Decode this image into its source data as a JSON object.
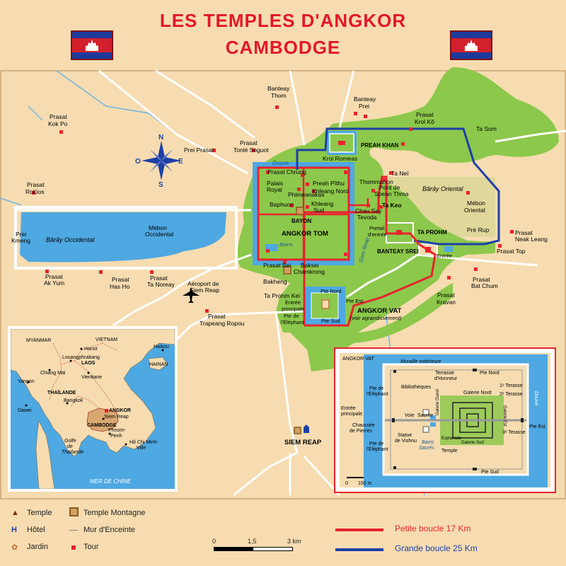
{
  "title": {
    "line1": "LES TEMPLES D'ANGKOR",
    "line2": "CAMBODGE"
  },
  "colors": {
    "background": "#f6dcb0",
    "forest": "#8cc84b",
    "water": "#4ea8e2",
    "small_loop": "#e8232d",
    "big_loop": "#1d3fa8",
    "title": "#e3162b"
  },
  "compass": {
    "n": "N",
    "s": "S",
    "e": "E",
    "o": "O"
  },
  "labels": {
    "prasat_kok_po": [
      "Prasat",
      "Kok Po"
    ],
    "banteay_thom": [
      "Banteay",
      "Thom"
    ],
    "banteay_prei": [
      "Banteay",
      "Prei"
    ],
    "prasat_krol_ko": [
      "Prasat",
      "Krol Kô"
    ],
    "ta_som": "Ta Som",
    "prei_prasat": "Prei Prasat",
    "prasat_tonle_sngout": [
      "Prasat",
      "Tonlé Snguot"
    ],
    "preah_khan": "PREAH KHAN",
    "krol_romeas": "Krol Romeas",
    "douve": "Douve",
    "prasat_chrung": "Prasat Chrung",
    "ta_nei": "Ta Neï",
    "prasat_roluos": [
      "Prasat",
      "Rolûos"
    ],
    "palais_royal": [
      "Palais",
      "Royal"
    ],
    "preah_pithu": "Preah Pîthu",
    "phimeanakas": "Phimeanakas",
    "khleang_nord": "Khleang Nord",
    "thommanon": "Thommanon",
    "pont_spean_thma": [
      "Pont de",
      "Spean Thma"
    ],
    "baray_oriental": "Bârây Oriental",
    "baphuon": "Baphuon",
    "khleang_sud": [
      "Khleang",
      "Sud"
    ],
    "ta_keo": "Ta Keo",
    "mebon_oriental": [
      "Mébon",
      "Oriental"
    ],
    "bayon": "BAYON",
    "chau_say_tevoda": [
      "Chau Say",
      "Tevoda"
    ],
    "mebon_occidental": [
      "Mébon",
      "Occidental"
    ],
    "angkor_tom": "ANGKOR TOM",
    "portail_entree": [
      "Portail",
      "d'entrée"
    ],
    "ta_prohm": "TA PROHM",
    "pre_rup": "Prè Rup",
    "prasat_neak_leang": [
      "Prasat",
      "Neak Leang"
    ],
    "prei_kmeng": [
      "Prei",
      "Kmeng"
    ],
    "baray_occidental": "Bârây Occidental",
    "bains": "Bains",
    "banteay_srei": "BANTEAY SREI",
    "entree": "Entrée",
    "prasat_top": "Prasat Top",
    "siem_reap_river": "Siem Reap",
    "prasat_bei": "Prasat Bei",
    "baksei_chamkrong": [
      "Baksei",
      "Chamkrong"
    ],
    "prasat_ak_yum": [
      "Prasat",
      "Ak Yum"
    ],
    "prasat_has_ho": [
      "Prasat",
      "Has Ho"
    ],
    "prasat_ta_noreay": [
      "Prasat",
      "Ta Noreay"
    ],
    "aeroport": [
      "Aéroport de",
      "Siem Reap"
    ],
    "bakheng": "Bakheng",
    "prasat_bat_chum": [
      "Prasat",
      "Bat Chum"
    ],
    "ta_prohm_kei": "Ta Prohm Kei",
    "pte_nord": "Pte Nord",
    "pte_est": "Pte Est",
    "entree_principale": [
      "Entrée",
      "principale"
    ],
    "pte_elephant": [
      "Pte de",
      "l'Éléphant"
    ],
    "pte_sud": "Pte Sud",
    "angkor_vat": "ANGKOR VAT",
    "voir_agrandissement": "(voir agrandissement)",
    "prasat_kravan": [
      "Prasat",
      "Kravan"
    ],
    "prasat_trapeang_ropou": [
      "Prasat",
      "Trapeang Ropou"
    ],
    "siem_reap": "SIEM REAP"
  },
  "inset_region": {
    "myanmar": "MYANMAR",
    "vietnam": "VIETNAM",
    "hanoi": "Hanoï",
    "luang": "Louangphrabang",
    "laos": "LAOS",
    "chiang_mai": "Chiang Mai",
    "vientiane": "Vientiane",
    "haikou": "Haikou",
    "hainan": "HAINAN",
    "yangon": "Yangon",
    "thailande": "THAÏLANDE",
    "dawei": "Dawei",
    "bangkok": "Bangkok",
    "angkor": "ANGKOR",
    "siem_reap": "Siem Reap",
    "cambodge": "CAMBODGE",
    "phnom_penh": [
      "Phnom-",
      "Penh"
    ],
    "ho_chi_minh": [
      "Hô Chi Minh-",
      "Ville"
    ],
    "golfe": [
      "Golfe",
      "de",
      "Thaïlande"
    ],
    "mer_de_chine": "MER DE CHINE"
  },
  "inset_angkor_vat": {
    "title": "ANGKOR VAT",
    "muraille": "Muraille extérieure",
    "terrasse": [
      "Terrasse",
      "d'Honneur"
    ],
    "pte_nord": "Pte Nord",
    "douve": "Douve",
    "bibliotheques": "Bibliothèques",
    "galerie_nord": "Galerie Nord",
    "terasse1": "1ᵉ Terasse",
    "terasse2": "2ᵉ Terasse",
    "terasse3": "3ᵉ Terasse",
    "pte_elephant_top": [
      "Pte de",
      "l'Éléphant"
    ],
    "entree_principale": [
      "Entrée",
      "principale"
    ],
    "voie": "Voie",
    "sacree": "Sacrée",
    "galerie_ouest": "Galerie Ouest",
    "galerie_est": "Galerie Est",
    "pte_est": "Pte Est",
    "chaussee": [
      "Chaussée",
      "de Pierres"
    ],
    "statue": [
      "Statue",
      "de Vishnu"
    ],
    "esplanade": "Esplanade",
    "galerie_sud": "Galerie Sud",
    "bains": [
      "Bains",
      "Sacrés"
    ],
    "temple": "Temple",
    "pte_elephant_bot": [
      "Pte de",
      "l'Éléphant"
    ],
    "pte_sud": "Pte Sud",
    "scale_0": "0",
    "scale_150": "150 m"
  },
  "legend": {
    "temple": "Temple",
    "temple_montagne": "Temple Montagne",
    "hotel": "Hôtel",
    "mur": "Mur d'Enceinte",
    "jardin": "Jardin",
    "tour": "Tour"
  },
  "scale": {
    "s0": "0",
    "s15": "1,5",
    "s3": "3 km"
  },
  "routes": {
    "petite": "Petite boucle 17 Km",
    "grande": "Grande boucle 25 Km"
  }
}
